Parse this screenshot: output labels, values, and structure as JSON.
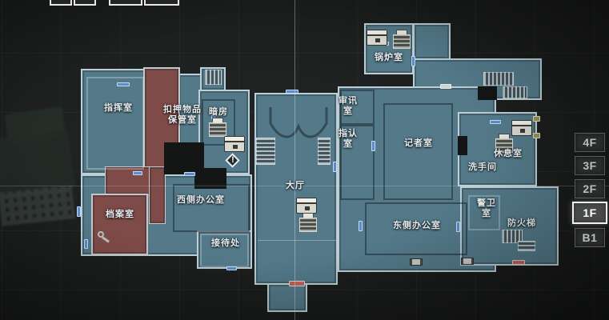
{
  "screen": "police-station-map-1f",
  "colors": {
    "room_explored": "#547a8a",
    "room_unexplored_red": "#7f4b48",
    "room_border": "#d0dee3",
    "background": "#1c1e1e",
    "door_marker": "#5a8cd0",
    "door_marker_red": "#c4635a",
    "door_marker_olive": "#97914f",
    "floor_text": "#bcbebe",
    "floor_active_text": "#ffffff"
  },
  "rooms": {
    "command_office": {
      "label": "指挥室"
    },
    "confiscated_storage": {
      "label_line1": "扣押物品",
      "label_line2": "保管室"
    },
    "darkroom": {
      "label": "暗房"
    },
    "records_room": {
      "label": "档案室"
    },
    "west_office": {
      "label": "西侧办公室"
    },
    "reception": {
      "label": "接待处"
    },
    "main_hall": {
      "label": "大厅"
    },
    "boiler_room": {
      "label": "锅炉室"
    },
    "interrogation_room": {
      "label_line1": "审讯",
      "label_line2": "室"
    },
    "lineup_room": {
      "label_line1": "指认",
      "label_line2": "室"
    },
    "press_room": {
      "label": "记者室"
    },
    "break_room": {
      "label": "休息室"
    },
    "washroom": {
      "label": "洗手间"
    },
    "guard_room": {
      "label_line1": "警卫",
      "label_line2": "室"
    },
    "fire_escape": {
      "label": "防火梯"
    },
    "east_office": {
      "label": "东侧办公室"
    }
  },
  "icons": {
    "typewriter": "save-point-typewriter",
    "item_box": "item-storage-box",
    "alert_glyph": "!",
    "key_item": "key-item-marker",
    "door": "door-marker",
    "entrance": "entrance-door-marker"
  },
  "floor_selector": {
    "floors": [
      "4F",
      "3F",
      "2F",
      "1F",
      "B1"
    ],
    "active": "1F"
  }
}
